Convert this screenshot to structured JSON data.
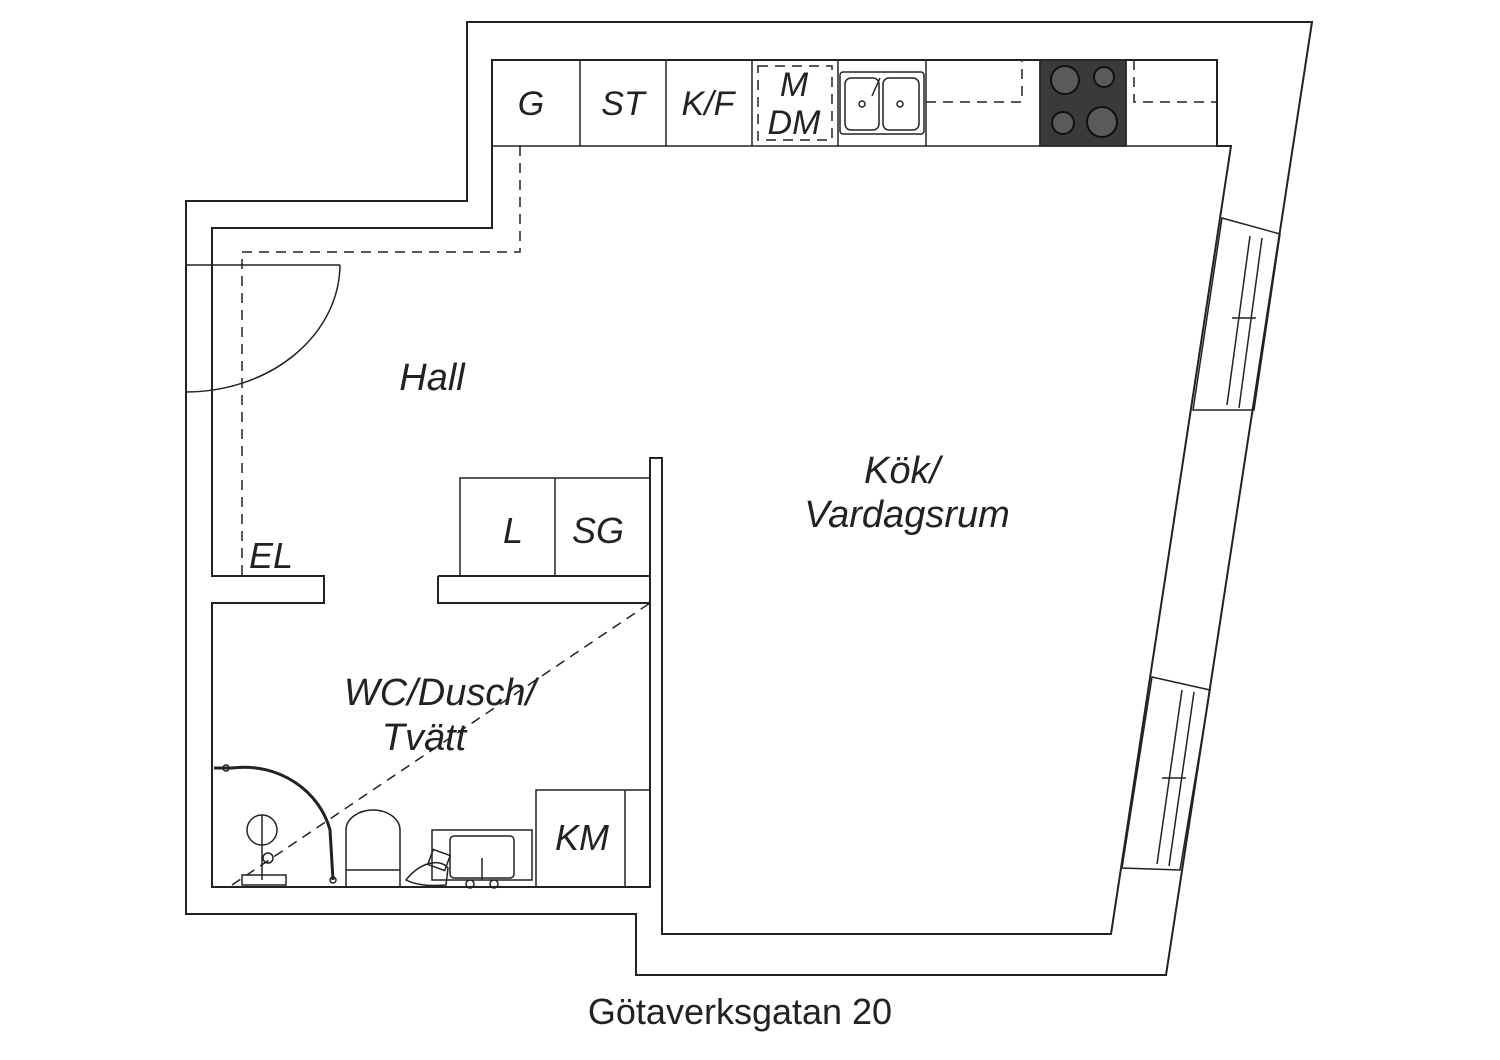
{
  "rooms": {
    "hall": "Hall",
    "kitchen_line1": "Kök/",
    "kitchen_line2": "Vardagsrum",
    "bath_line1": "WC/Dusch/",
    "bath_line2": "Tvätt"
  },
  "fixtures": {
    "g": "G",
    "st": "ST",
    "kf": "K/F",
    "m": "M",
    "dm": "DM",
    "el": "EL",
    "l": "L",
    "sg": "SG",
    "km": "KM"
  },
  "address": "Götaverksgatan 20",
  "colors": {
    "line": "#222222",
    "stove": "#3a3a3a",
    "background": "#ffffff"
  }
}
